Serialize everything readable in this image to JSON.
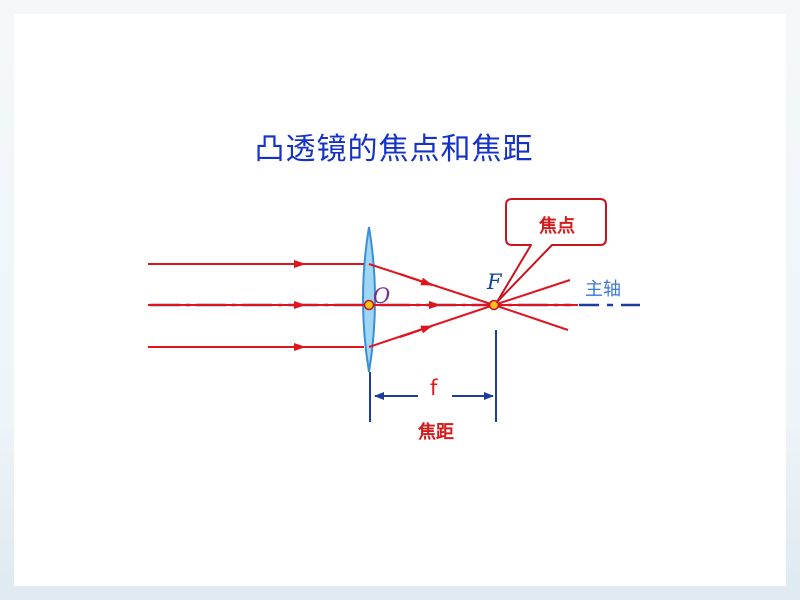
{
  "title": "凸透镜的焦点和焦距",
  "labels": {
    "focus_callout": "焦点",
    "focus_point": "F",
    "optical_center": "O",
    "principal_axis": "主轴",
    "focal_length_symbol": "f",
    "focal_length": "焦距"
  },
  "colors": {
    "title": "#1432c8",
    "rays": "#e0141e",
    "axis": "#1e3ca0",
    "lens_fill": "#7ec8f0",
    "lens_stroke": "#3a8fd8",
    "callout_border": "#c8141e"
  }
}
